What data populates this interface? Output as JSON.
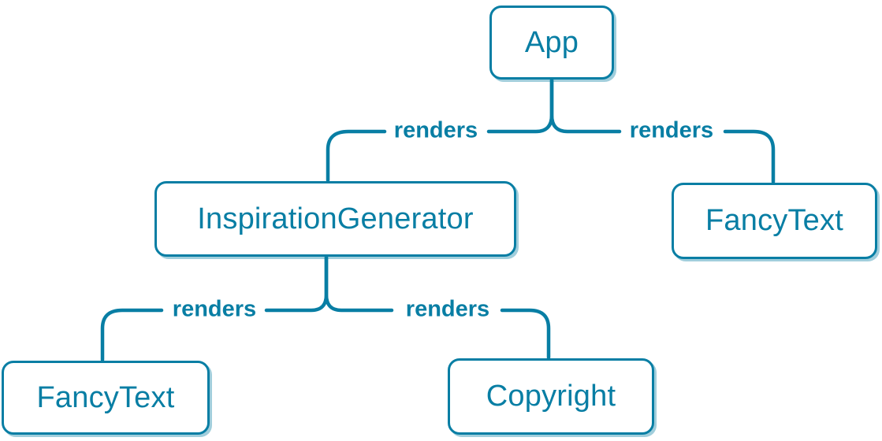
{
  "colors": {
    "accent": "#087EA4",
    "node_bg": "#FFFFFF",
    "shadow": "rgba(8,126,164,0.38)"
  },
  "nodes": [
    {
      "id": "app",
      "label": "App"
    },
    {
      "id": "inspiration-generator",
      "label": "InspirationGenerator"
    },
    {
      "id": "fancy-text-top-right",
      "label": "FancyText"
    },
    {
      "id": "fancy-text-bottom-left",
      "label": "FancyText"
    },
    {
      "id": "copyright",
      "label": "Copyright"
    }
  ],
  "edges": [
    {
      "from": "App",
      "to": "InspirationGenerator",
      "label": "renders"
    },
    {
      "from": "App",
      "to": "FancyText",
      "label": "renders"
    },
    {
      "from": "InspirationGenerator",
      "to": "FancyText",
      "label": "renders"
    },
    {
      "from": "InspirationGenerator",
      "to": "Copyright",
      "label": "renders"
    }
  ]
}
